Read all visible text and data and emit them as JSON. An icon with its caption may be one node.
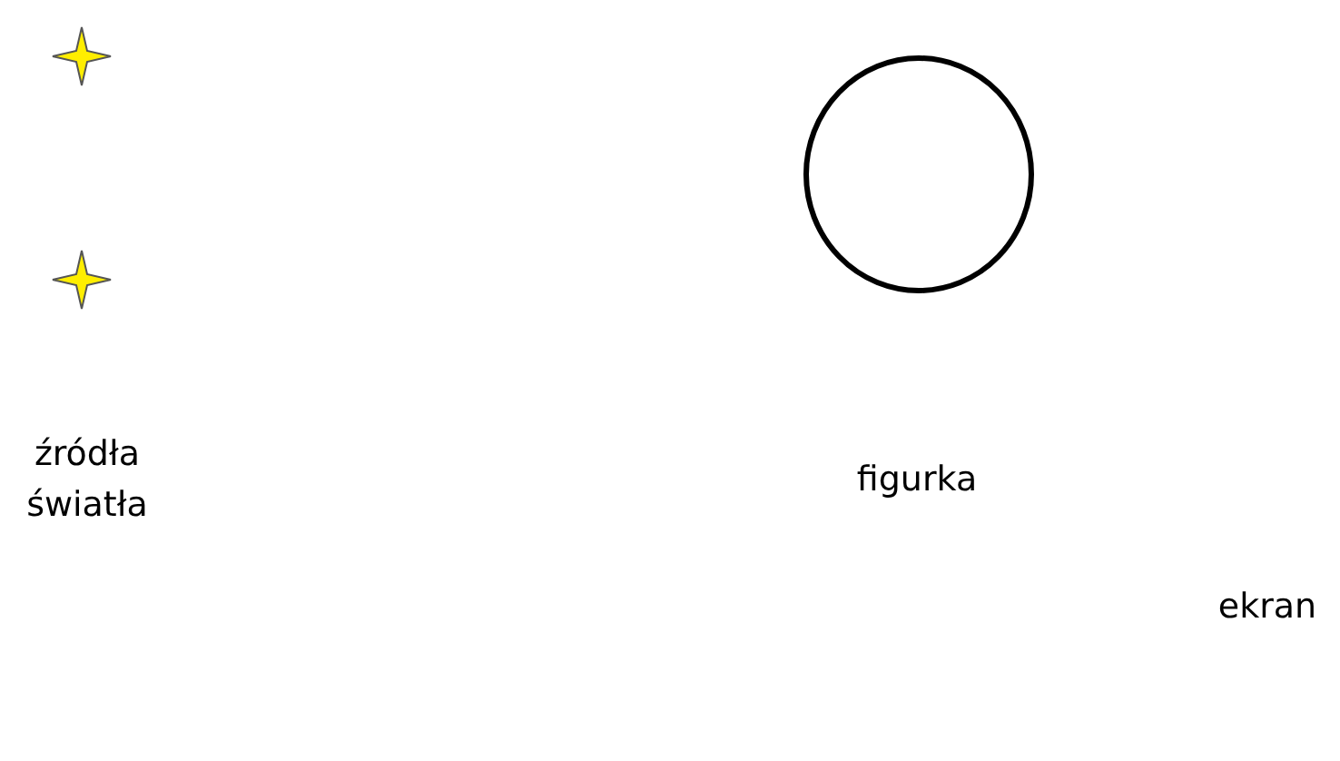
{
  "diagram": {
    "nodes": [
      {
        "text": [],
        "shape": "circle"
      }
    ],
    "labels": [
      "źródła światła",
      "figurka",
      "ekran"
    ]
  }
}
